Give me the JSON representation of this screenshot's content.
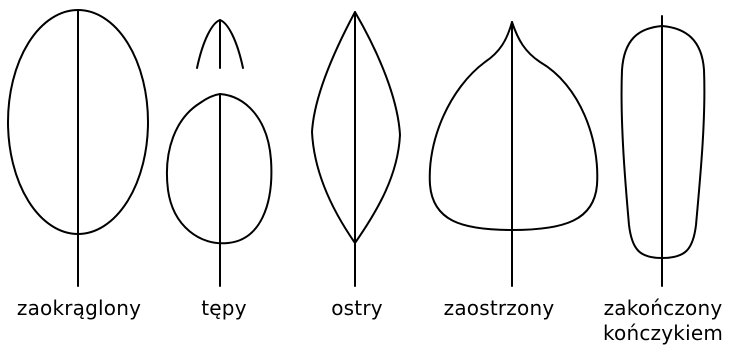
{
  "labels": {
    "rounded": "zaokrąglony",
    "blunt": "tępy",
    "sharp": "ostry",
    "pointed": "zaostrzony",
    "tipped_line1": "zakończony",
    "tipped_line2": "kończykiem"
  },
  "colors": {
    "stroke": "#000000",
    "background": "#ffffff"
  }
}
